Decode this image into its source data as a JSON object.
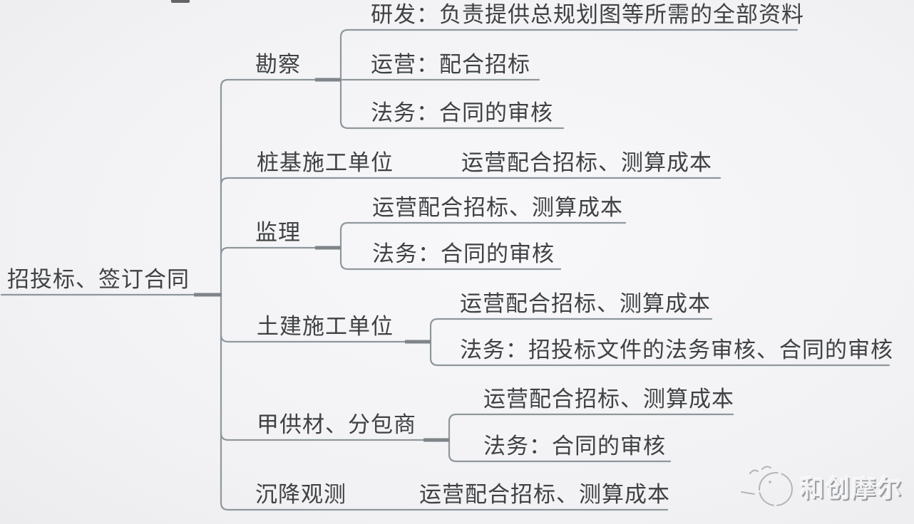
{
  "diagram": {
    "root": {
      "label": "招投标、签订合同"
    },
    "branches": [
      {
        "label": "勘察",
        "children": [
          "研发：负责提供总规划图等所需的全部资料",
          "运营：配合招标",
          "法务：合同的审核"
        ]
      },
      {
        "label": "桩基施工单位",
        "children": [
          "运营配合招标、测算成本"
        ]
      },
      {
        "label": "监理",
        "children": [
          "运营配合招标、测算成本",
          "法务：合同的审核"
        ]
      },
      {
        "label": "土建施工单位",
        "children": [
          "运营配合招标、测算成本",
          "法务：招投标文件的法务审核、合同的审核"
        ]
      },
      {
        "label": "甲供材、分包商",
        "children": [
          "运营配合招标、测算成本",
          "法务：合同的审核"
        ]
      },
      {
        "label": "沉降观测",
        "children": [
          "运营配合招标、测算成本"
        ]
      }
    ]
  },
  "watermark": {
    "brand": "和创摩尔",
    "icon": "moon-face-icon"
  },
  "colors": {
    "background": "#f2f2f4",
    "line": "#8f979d",
    "line_thick": "#7f8489",
    "text": "#3f4143",
    "watermark": "#989ba0"
  }
}
